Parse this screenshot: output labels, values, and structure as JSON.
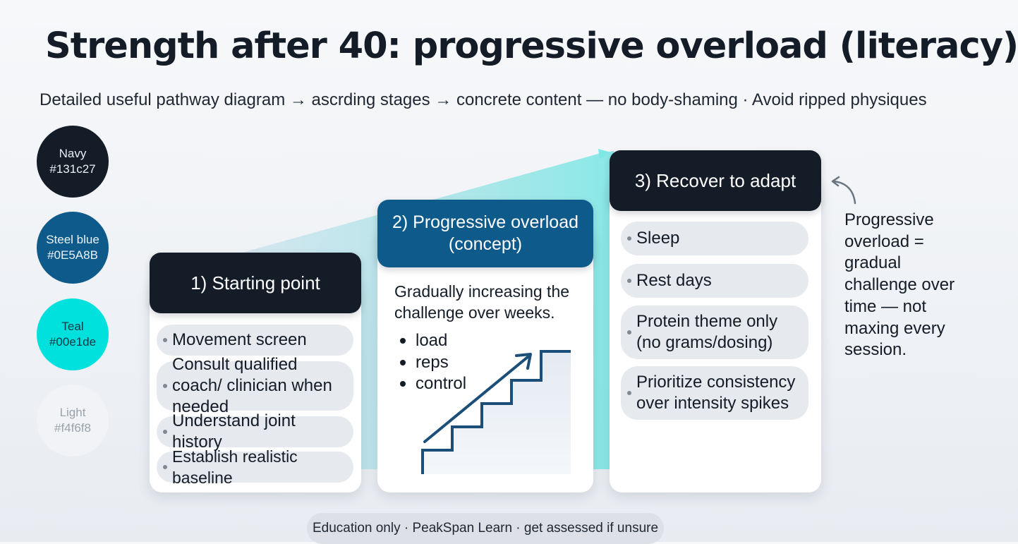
{
  "title": "Strength after 40: progressive overload (literacy)",
  "subtitle": "Detailed useful pathway diagram → ascrding stages → concrete content — no body-shaming · Avoid ripped physiques",
  "palette": [
    {
      "name": "Navy",
      "hex": "#131c27"
    },
    {
      "name": "Steel blue",
      "hex": "#0E5A8B"
    },
    {
      "name": "Teal",
      "hex": "#00e1de"
    },
    {
      "name": "Light",
      "hex": "#f4f6f8"
    }
  ],
  "stages": [
    {
      "heading": "1) Starting point",
      "items": [
        "Movement screen",
        "Consult qualified coach/ clinician when needed",
        "Understand joint history",
        "Establish realistic baseline"
      ]
    },
    {
      "heading": "2) Progressive overload (concept)",
      "description": "Gradually increasing the challenge over weeks.",
      "bullets": [
        "load",
        "reps",
        "control"
      ],
      "illustration_icon": "ascending-stairs-arrow-icon"
    },
    {
      "heading": "3) Recover to adapt",
      "items": [
        "Sleep",
        "Rest days",
        "Protein theme only (no grams/dosing)",
        "Prioritize consistency over intensity spikes"
      ]
    }
  ],
  "side_note": "Progressive overload = gradual challenge over time — not maxing every session.",
  "footer": "Education only · PeakSpan Learn · get assessed if unsure",
  "colors": {
    "navy": "#131c27",
    "steel_blue": "#0e5a8b",
    "teal": "#00e1de",
    "light": "#f4f6f8",
    "pill_bg": "#e6e9ee"
  }
}
